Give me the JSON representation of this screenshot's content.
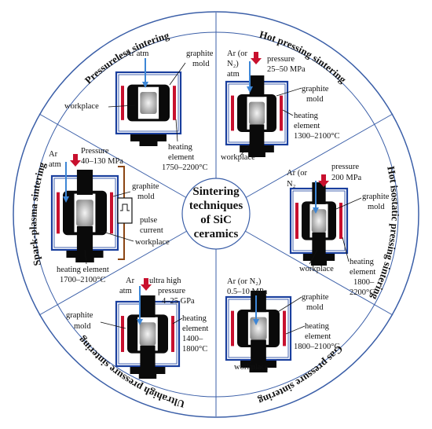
{
  "center": {
    "lines": [
      "Sintering",
      "techniques",
      "of SiC",
      "ceramics"
    ]
  },
  "sectors": [
    {
      "id": "pressureless",
      "title": "Pressureless sintering",
      "labels": {
        "gas": "Ar atm",
        "mold": [
          "graphite",
          "mold"
        ],
        "workplace": "workplace",
        "heating": [
          "heating",
          "element",
          "1750–2200°C"
        ]
      }
    },
    {
      "id": "hot-pressing",
      "title": "Hot pressing sintering",
      "labels": {
        "gas": [
          "Ar (or",
          "N₂)",
          "atm"
        ],
        "pressure": [
          "pressure",
          "25–50 MPa"
        ],
        "mold": [
          "graphite",
          "mold"
        ],
        "heating": [
          "heating",
          "element",
          "1300–2100°C"
        ],
        "workplace": "workplace"
      }
    },
    {
      "id": "hip",
      "title": "Hot isostatic pressing sintering",
      "labels": {
        "gas": [
          "Ar (or",
          "N₂"
        ],
        "pressure": [
          "pressure",
          "200 MPa"
        ],
        "mold": [
          "graphite",
          "mold"
        ],
        "workplace": "workplace",
        "heating": [
          "heating",
          "element",
          "1800–",
          "2200°C"
        ]
      }
    },
    {
      "id": "gas-pressure",
      "title": "Gas pressure sintering",
      "labels": {
        "gas": [
          "Ar (or N₂)",
          "0.5–10 MPa"
        ],
        "mold": [
          "graphite",
          "mold"
        ],
        "heating": [
          "heating",
          "element",
          "1800–2100°C"
        ],
        "workplace": "workplace"
      }
    },
    {
      "id": "ultrahigh",
      "title": "Ultrahigh pressure sintering",
      "labels": {
        "gas": [
          "Ar",
          "atm"
        ],
        "pressure": [
          "ultra high",
          "pressure",
          "4–25 GPa"
        ],
        "mold": [
          "graphite",
          "mold"
        ],
        "heating": [
          "heating",
          "element",
          "1400–",
          "1800°C"
        ]
      }
    },
    {
      "id": "spark-plasma",
      "title": "Spark-plasma sintering",
      "labels": {
        "gas": [
          "Ar",
          "atm"
        ],
        "pressure": [
          "Pressure",
          "40–130 MPa"
        ],
        "mold": [
          "graphite",
          "mold"
        ],
        "pulse": [
          "pulse",
          "current"
        ],
        "workplace": "workplace",
        "heating": [
          "heating element",
          "1700–2100°C"
        ]
      }
    }
  ],
  "colors": {
    "circle": "#3b5fa8",
    "heater": "#c8102e",
    "shell": "#1a3f9e",
    "press": "#0a0a0a",
    "gas_arrow": "#3d86d6",
    "pressure_arrow": "#c8102e",
    "sample": "#c8c8c8",
    "wire": "#8b4513"
  }
}
